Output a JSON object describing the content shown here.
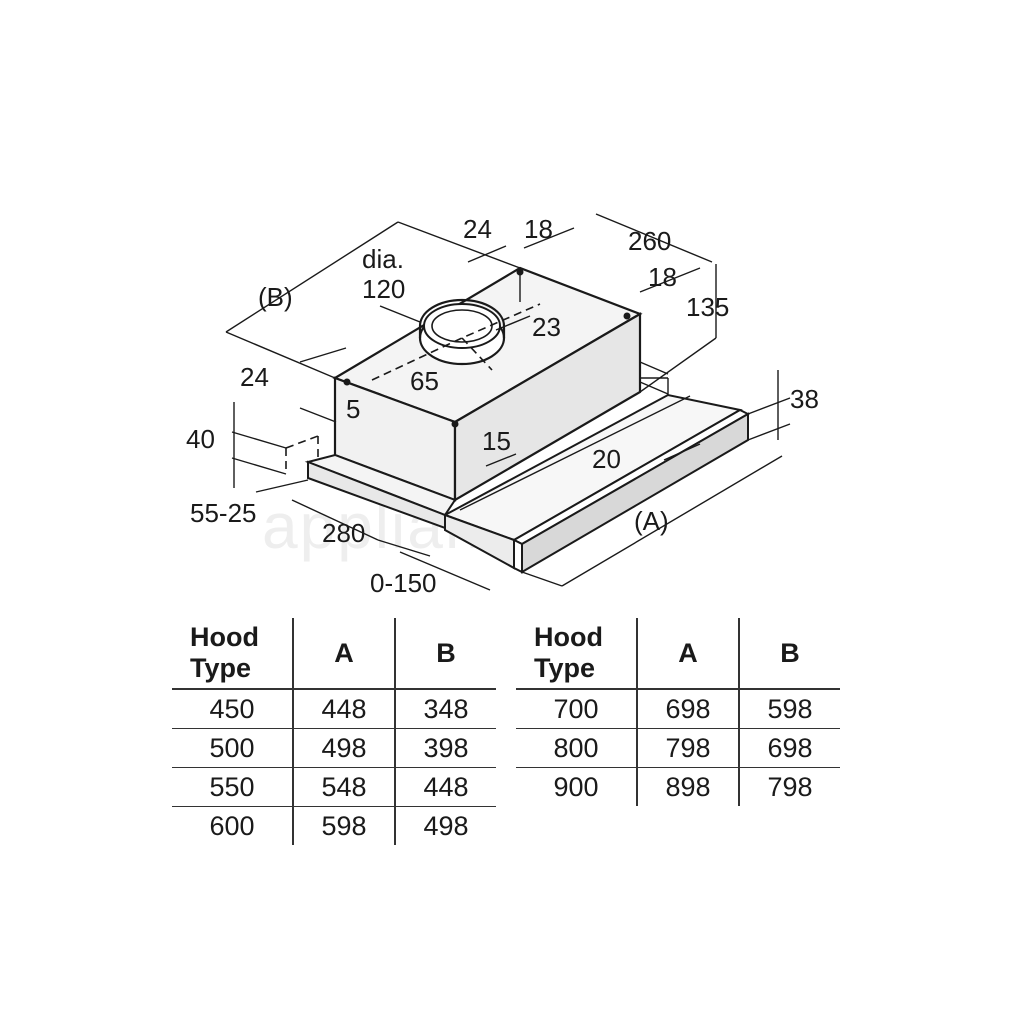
{
  "watermark": "appliance",
  "dimension_labels": {
    "top_24": "24",
    "top_18": "18",
    "depth_260": "260",
    "dia": "dia.",
    "dia_120": "120",
    "B_label": "(B)",
    "right_18": "18",
    "height_135": "135",
    "offset_23": "23",
    "left_24": "24",
    "offset_65": "65",
    "gap_5": "5",
    "height_40": "40",
    "range_55_25": "55-25",
    "mid_15": "15",
    "mid_20": "20",
    "height_38": "38",
    "depth_280": "280",
    "A_label": "(A)",
    "extend_0_150": "0-150"
  },
  "tables": [
    {
      "headers": [
        "Hood Type",
        "A",
        "B"
      ],
      "rows": [
        [
          "450",
          "448",
          "348"
        ],
        [
          "500",
          "498",
          "398"
        ],
        [
          "550",
          "548",
          "448"
        ],
        [
          "600",
          "598",
          "498"
        ]
      ]
    },
    {
      "headers": [
        "Hood Type",
        "A",
        "B"
      ],
      "rows": [
        [
          "700",
          "698",
          "598"
        ],
        [
          "800",
          "798",
          "698"
        ],
        [
          "900",
          "898",
          "798"
        ]
      ]
    }
  ]
}
